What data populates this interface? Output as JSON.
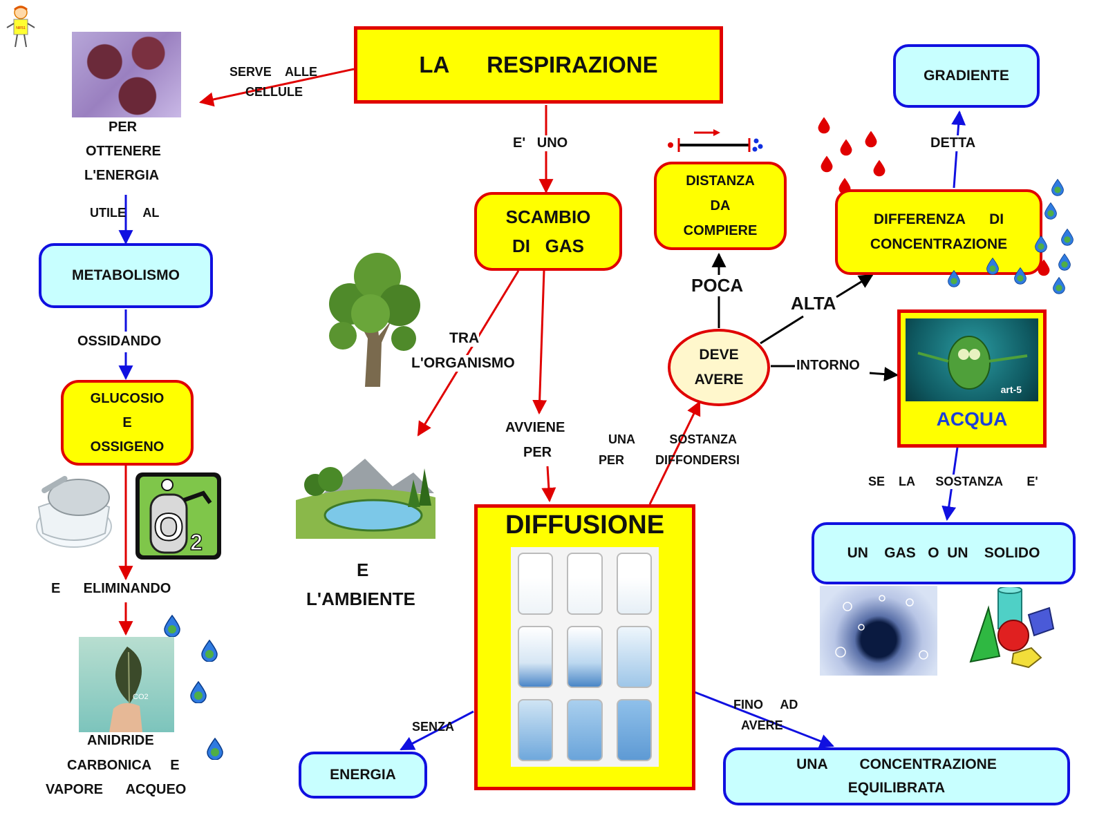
{
  "nodes": {
    "title": "LA      RESPIRAZIONE",
    "scambio_gas": [
      "SCAMBIO",
      "DI   GAS"
    ],
    "metabolismo": "METABOLISMO",
    "glucosio": [
      "GLUCOSIO",
      "E",
      "OSSIGENO"
    ],
    "distanza": [
      "DISTANZA",
      "DA",
      "COMPIERE"
    ],
    "gradiente": "GRADIENTE",
    "differenza": [
      "DIFFERENZA      DI",
      "CONCENTRAZIONE"
    ],
    "deve_avere": [
      "DEVE",
      "AVERE"
    ],
    "acqua": "ACQUA",
    "diffusione": "DIFFUSIONE",
    "gas_solido": "UN    GAS   O  UN    SOLIDO",
    "energia": "ENERGIA",
    "concentrazione": [
      "UNA        CONCENTRAZIONE",
      "EQUILIBRATA"
    ]
  },
  "labels": {
    "serve_alle": "SERVE    ALLE",
    "cellule": "CELLULE",
    "per_ottenere": [
      "PER",
      "OTTENERE",
      "L'ENERGIA"
    ],
    "utile_al": "UTILE     AL",
    "ossidando": "OSSIDANDO",
    "e_eliminando": "E      ELIMINANDO",
    "anidride": [
      "ANIDRIDE",
      "CARBONICA     E",
      "VAPORE      ACQUEO"
    ],
    "e_uno": "E'   UNO",
    "tra": "TRA",
    "organismo": "L'ORGANISMO",
    "e_ambiente": [
      "E",
      "L'AMBIENTE"
    ],
    "avviene_per": [
      "AVVIENE",
      "PER"
    ],
    "sostanza": [
      "UNA          SOSTANZA",
      "PER         DIFFONDERSI"
    ],
    "poca": "POCA",
    "alta": "ALTA",
    "detta": "DETTA",
    "intorno": "INTORNO",
    "se_la_sostanza": "SE    LA      SOSTANZA       E'",
    "senza": "SENZA",
    "fino_ad": "FINO     AD",
    "avere": "AVERE",
    "mascot_badge": "NIF51",
    "art_watermark": "art-5",
    "co2_label": "CO2"
  },
  "colors": {
    "red_border": "#e00000",
    "blue_border": "#1010e0",
    "yellow_fill": "#ffff00",
    "cyan_fill": "#c8ffff",
    "acqua_text": "#1c40d8"
  },
  "icons": [
    "mascot-icon",
    "cell-image",
    "tree-icon",
    "landscape-icon",
    "sugar-bowl-icon",
    "oxygen-tank-icon",
    "leaf-co2-image",
    "water-drop-icon",
    "gradient-molecules-icon",
    "cartoon-water-image",
    "diffusion-jars-image",
    "bubbles-image",
    "solids-icon"
  ]
}
